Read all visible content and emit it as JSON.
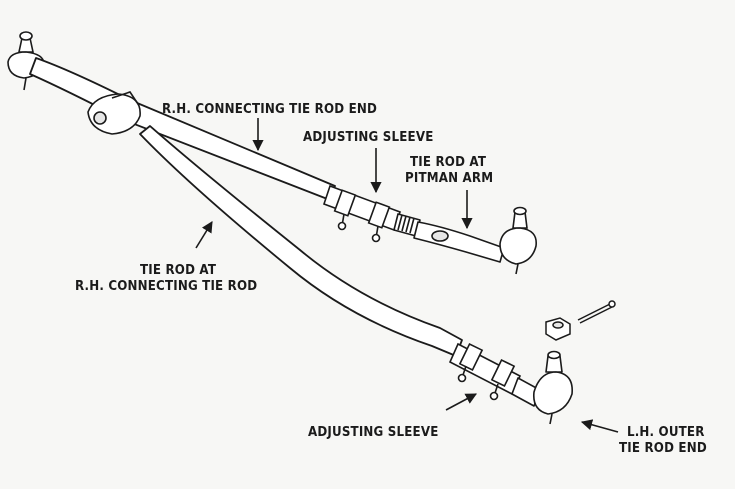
{
  "labels": {
    "rh_connecting_tie_rod_end": "R.H. CONNECTING TIE ROD END",
    "adjusting_sleeve_top": "ADJUSTING SLEEVE",
    "tie_rod_pitman_line1": "TIE ROD AT",
    "tie_rod_pitman_line2": "PITMAN ARM",
    "tie_rod_rh_line1": "TIE ROD AT",
    "tie_rod_rh_line2": "R.H. CONNECTING TIE ROD",
    "adjusting_sleeve_bottom": "ADJUSTING SLEEVE",
    "lh_outer_line1": "L.H. OUTER",
    "lh_outer_line2": "TIE ROD END"
  },
  "colors": {
    "ink": "#1b1b1b",
    "paper": "#f7f7f5",
    "metal": "#ffffff"
  }
}
